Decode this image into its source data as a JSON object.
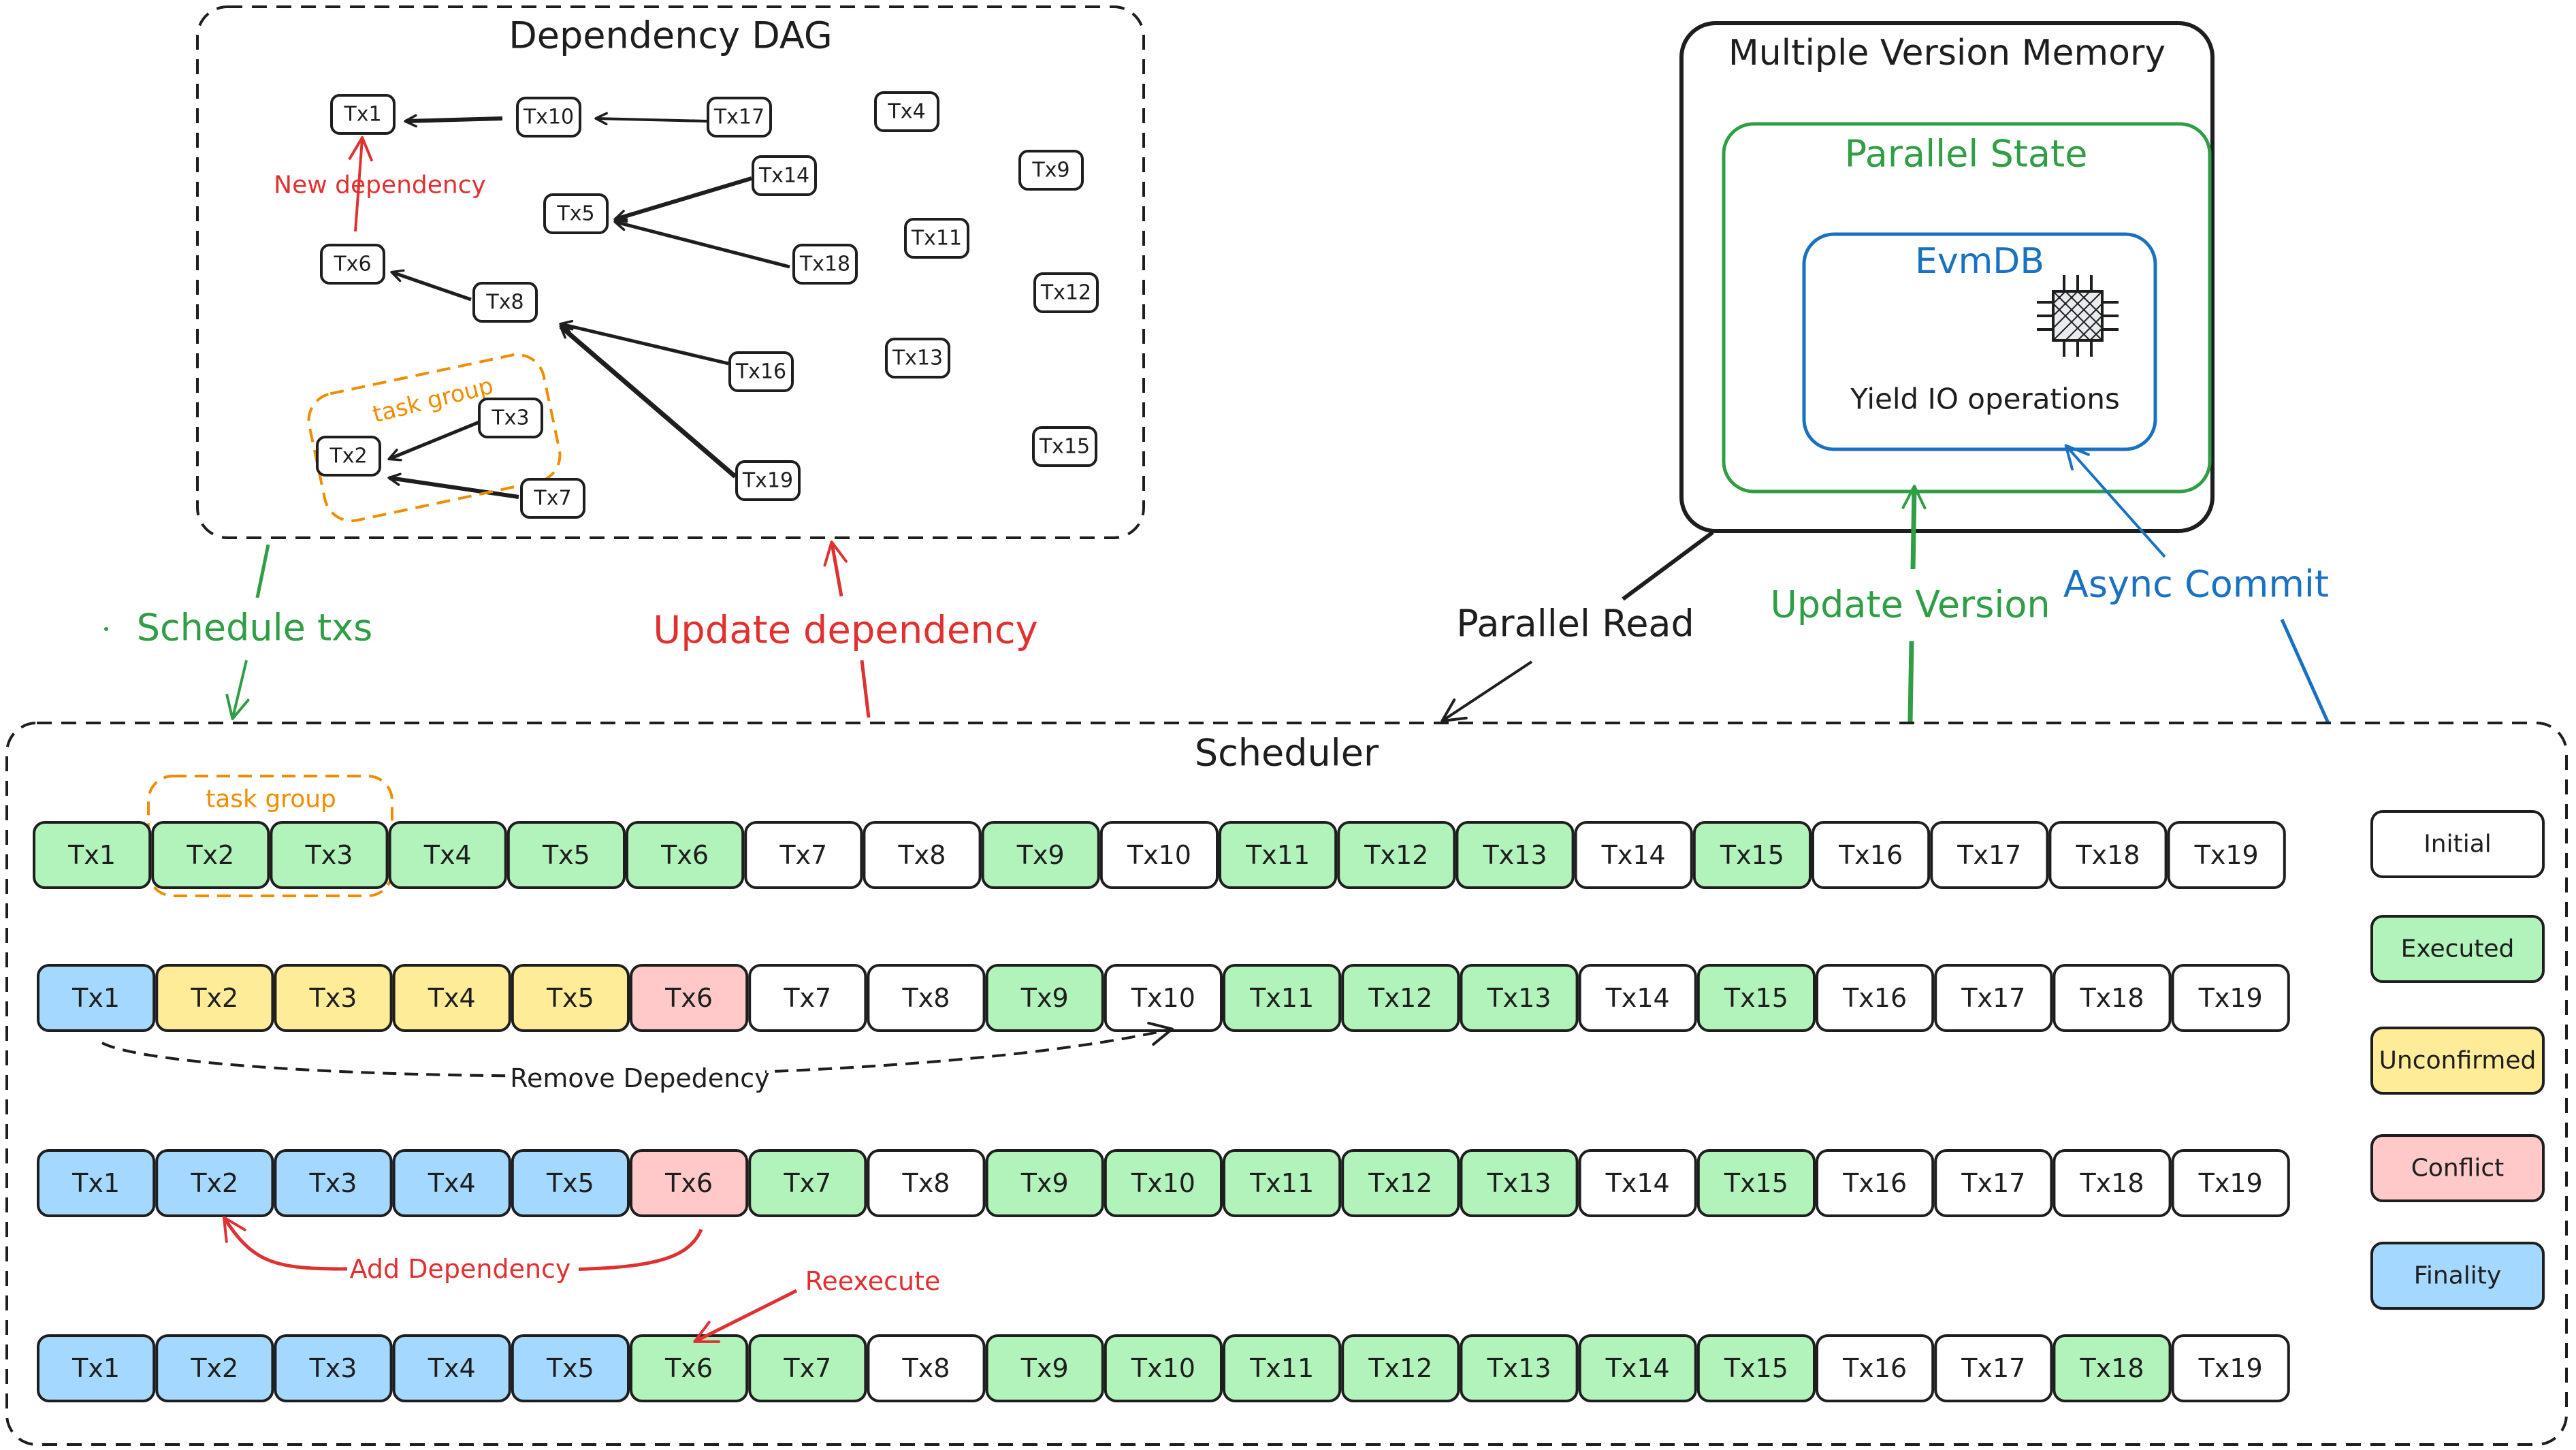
{
  "colors": {
    "initial": "#ffffff",
    "executed": "#b2f2bb",
    "unconfirmed": "#ffec99",
    "conflict": "#ffc9c9",
    "finality": "#a5d8ff",
    "stroke": "#1e1e1e",
    "green": "#2f9e44",
    "red": "#e03131",
    "blue": "#1971c2",
    "orange": "#f08c00"
  },
  "dag": {
    "title": "Dependency DAG",
    "nodes": [
      {
        "id": "Tx1",
        "label": "Tx1"
      },
      {
        "id": "Tx10",
        "label": "Tx10"
      },
      {
        "id": "Tx17",
        "label": "Tx17"
      },
      {
        "id": "Tx4",
        "label": "Tx4"
      },
      {
        "id": "Tx9",
        "label": "Tx9"
      },
      {
        "id": "Tx14",
        "label": "Tx14"
      },
      {
        "id": "Tx5",
        "label": "Tx5"
      },
      {
        "id": "Tx11",
        "label": "Tx11"
      },
      {
        "id": "Tx18",
        "label": "Tx18"
      },
      {
        "id": "Tx6",
        "label": "Tx6"
      },
      {
        "id": "Tx8",
        "label": "Tx8"
      },
      {
        "id": "Tx12",
        "label": "Tx12"
      },
      {
        "id": "Tx13",
        "label": "Tx13"
      },
      {
        "id": "Tx16",
        "label": "Tx16"
      },
      {
        "id": "Tx3",
        "label": "Tx3"
      },
      {
        "id": "Tx2",
        "label": "Tx2"
      },
      {
        "id": "Tx15",
        "label": "Tx15"
      },
      {
        "id": "Tx7",
        "label": "Tx7"
      },
      {
        "id": "Tx19",
        "label": "Tx19"
      }
    ],
    "new_dependency_label": "New dependency",
    "task_group_label": "task group"
  },
  "memory": {
    "title": "Multiple Version Memory",
    "parallel_state": "Parallel State",
    "evmdb": "EvmDB",
    "yield_io": "Yield IO operations",
    "chip_icon": "chip-icon"
  },
  "flows": {
    "schedule_txs": "Schedule txs",
    "update_dependency": "Update dependency",
    "parallel_read": "Parallel Read",
    "update_version": "Update Version",
    "async_commit": "Async Commit"
  },
  "scheduler": {
    "title": "Scheduler",
    "task_group_label": "task group",
    "remove_dependency": "Remove Depedency",
    "add_dependency": "Add Dependency",
    "reexecute": "Reexecute",
    "rows": [
      {
        "cells": [
          {
            "label": "Tx1",
            "state": "executed"
          },
          {
            "label": "Tx2",
            "state": "executed"
          },
          {
            "label": "Tx3",
            "state": "executed"
          },
          {
            "label": "Tx4",
            "state": "executed"
          },
          {
            "label": "Tx5",
            "state": "executed"
          },
          {
            "label": "Tx6",
            "state": "executed"
          },
          {
            "label": "Tx7",
            "state": "initial"
          },
          {
            "label": "Tx8",
            "state": "initial"
          },
          {
            "label": "Tx9",
            "state": "executed"
          },
          {
            "label": "Tx10",
            "state": "initial"
          },
          {
            "label": "Tx11",
            "state": "executed"
          },
          {
            "label": "Tx12",
            "state": "executed"
          },
          {
            "label": "Tx13",
            "state": "executed"
          },
          {
            "label": "Tx14",
            "state": "initial"
          },
          {
            "label": "Tx15",
            "state": "executed"
          },
          {
            "label": "Tx16",
            "state": "initial"
          },
          {
            "label": "Tx17",
            "state": "initial"
          },
          {
            "label": "Tx18",
            "state": "initial"
          },
          {
            "label": "Tx19",
            "state": "initial"
          }
        ]
      },
      {
        "cells": [
          {
            "label": "Tx1",
            "state": "finality"
          },
          {
            "label": "Tx2",
            "state": "unconfirmed"
          },
          {
            "label": "Tx3",
            "state": "unconfirmed"
          },
          {
            "label": "Tx4",
            "state": "unconfirmed"
          },
          {
            "label": "Tx5",
            "state": "unconfirmed"
          },
          {
            "label": "Tx6",
            "state": "conflict"
          },
          {
            "label": "Tx7",
            "state": "initial"
          },
          {
            "label": "Tx8",
            "state": "initial"
          },
          {
            "label": "Tx9",
            "state": "executed"
          },
          {
            "label": "Tx10",
            "state": "initial"
          },
          {
            "label": "Tx11",
            "state": "executed"
          },
          {
            "label": "Tx12",
            "state": "executed"
          },
          {
            "label": "Tx13",
            "state": "executed"
          },
          {
            "label": "Tx14",
            "state": "initial"
          },
          {
            "label": "Tx15",
            "state": "executed"
          },
          {
            "label": "Tx16",
            "state": "initial"
          },
          {
            "label": "Tx17",
            "state": "initial"
          },
          {
            "label": "Tx18",
            "state": "initial"
          },
          {
            "label": "Tx19",
            "state": "initial"
          }
        ]
      },
      {
        "cells": [
          {
            "label": "Tx1",
            "state": "finality"
          },
          {
            "label": "Tx2",
            "state": "finality"
          },
          {
            "label": "Tx3",
            "state": "finality"
          },
          {
            "label": "Tx4",
            "state": "finality"
          },
          {
            "label": "Tx5",
            "state": "finality"
          },
          {
            "label": "Tx6",
            "state": "conflict"
          },
          {
            "label": "Tx7",
            "state": "executed"
          },
          {
            "label": "Tx8",
            "state": "initial"
          },
          {
            "label": "Tx9",
            "state": "executed"
          },
          {
            "label": "Tx10",
            "state": "executed"
          },
          {
            "label": "Tx11",
            "state": "executed"
          },
          {
            "label": "Tx12",
            "state": "executed"
          },
          {
            "label": "Tx13",
            "state": "executed"
          },
          {
            "label": "Tx14",
            "state": "initial"
          },
          {
            "label": "Tx15",
            "state": "executed"
          },
          {
            "label": "Tx16",
            "state": "initial"
          },
          {
            "label": "Tx17",
            "state": "initial"
          },
          {
            "label": "Tx18",
            "state": "initial"
          },
          {
            "label": "Tx19",
            "state": "initial"
          }
        ]
      },
      {
        "cells": [
          {
            "label": "Tx1",
            "state": "finality"
          },
          {
            "label": "Tx2",
            "state": "finality"
          },
          {
            "label": "Tx3",
            "state": "finality"
          },
          {
            "label": "Tx4",
            "state": "finality"
          },
          {
            "label": "Tx5",
            "state": "finality"
          },
          {
            "label": "Tx6",
            "state": "executed"
          },
          {
            "label": "Tx7",
            "state": "executed"
          },
          {
            "label": "Tx8",
            "state": "initial"
          },
          {
            "label": "Tx9",
            "state": "executed"
          },
          {
            "label": "Tx10",
            "state": "executed"
          },
          {
            "label": "Tx11",
            "state": "executed"
          },
          {
            "label": "Tx12",
            "state": "executed"
          },
          {
            "label": "Tx13",
            "state": "executed"
          },
          {
            "label": "Tx14",
            "state": "executed"
          },
          {
            "label": "Tx15",
            "state": "executed"
          },
          {
            "label": "Tx16",
            "state": "initial"
          },
          {
            "label": "Tx17",
            "state": "initial"
          },
          {
            "label": "Tx18",
            "state": "executed"
          },
          {
            "label": "Tx19",
            "state": "initial"
          }
        ]
      }
    ]
  },
  "legend": [
    {
      "label": "Initial",
      "state": "initial"
    },
    {
      "label": "Executed",
      "state": "executed"
    },
    {
      "label": "Unconfirmed",
      "state": "unconfirmed"
    },
    {
      "label": "Conflict",
      "state": "conflict"
    },
    {
      "label": "Finality",
      "state": "finality"
    }
  ]
}
